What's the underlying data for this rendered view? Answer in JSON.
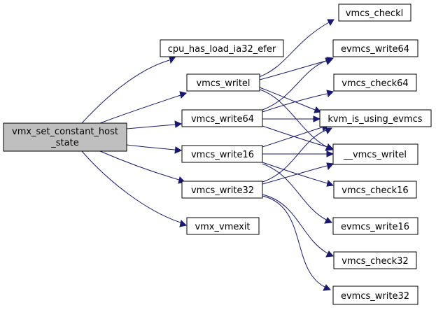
{
  "nodes": {
    "root": {
      "lines": [
        "vmx_set_constant_host",
        "_state"
      ]
    },
    "cpu_has_load_ia32_efer": {
      "label": "cpu_has_load_ia32_efer"
    },
    "vmcs_writel": {
      "label": "vmcs_writel"
    },
    "vmcs_write64": {
      "label": "vmcs_write64"
    },
    "vmcs_write16": {
      "label": "vmcs_write16"
    },
    "vmcs_write32": {
      "label": "vmcs_write32"
    },
    "vmx_vmexit": {
      "label": "vmx_vmexit"
    },
    "vmcs_checkl": {
      "label": "vmcs_checkl"
    },
    "evmcs_write64": {
      "label": "evmcs_write64"
    },
    "vmcs_check64": {
      "label": "vmcs_check64"
    },
    "kvm_is_using_evmcs": {
      "label": "kvm_is_using_evmcs"
    },
    "__vmcs_writel": {
      "label": "__vmcs_writel"
    },
    "vmcs_check16": {
      "label": "vmcs_check16"
    },
    "evmcs_write16": {
      "label": "evmcs_write16"
    },
    "vmcs_check32": {
      "label": "vmcs_check32"
    },
    "evmcs_write32": {
      "label": "evmcs_write32"
    }
  },
  "colors": {
    "edge": "#191970",
    "root_fill": "#bfbfbf",
    "node_fill": "#ffffff",
    "border": "#000000"
  }
}
